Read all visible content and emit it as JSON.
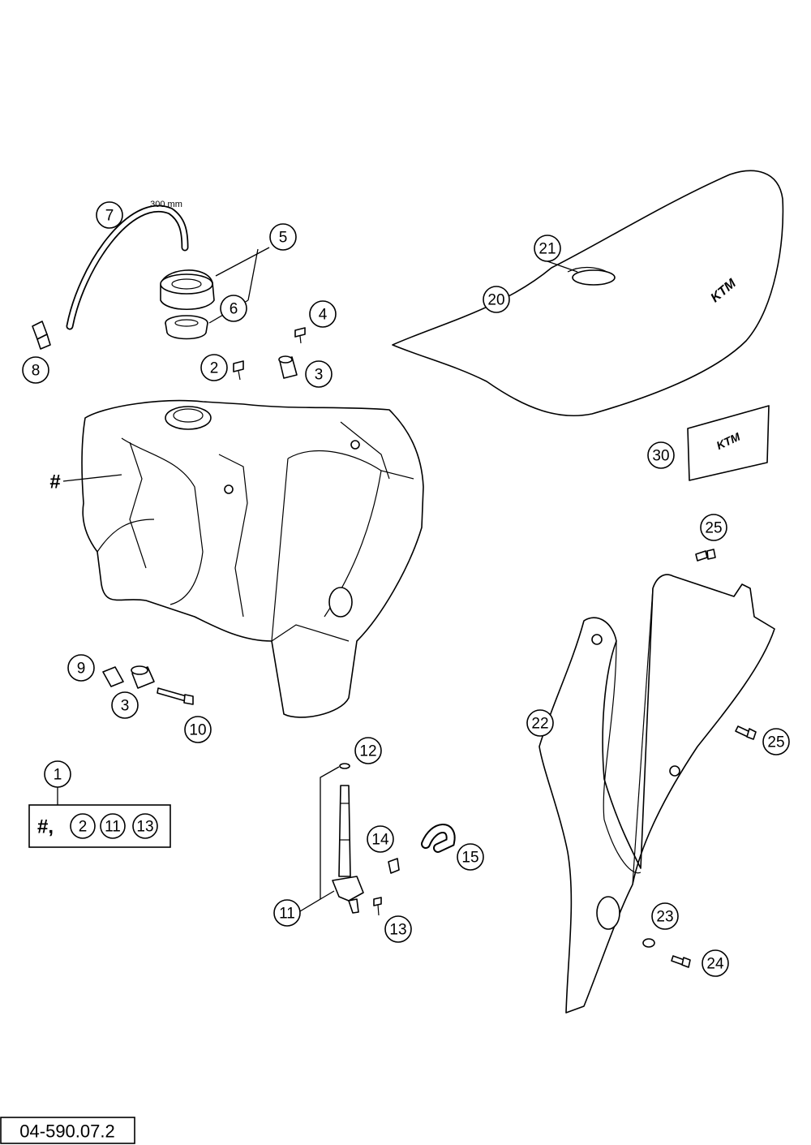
{
  "diagram": {
    "drawing_number": "04-590.07.2",
    "hose_length_label": "300 mm",
    "tank_marker": "#",
    "kit_box": {
      "prefix": "#,",
      "items": [
        "2",
        "11",
        "13"
      ]
    },
    "seat_logo": "KTM",
    "sticker_logo": "KTM",
    "callouts": [
      {
        "id": "c1",
        "label": "1"
      },
      {
        "id": "c2",
        "label": "2"
      },
      {
        "id": "c3a",
        "label": "3"
      },
      {
        "id": "c3b",
        "label": "3"
      },
      {
        "id": "c4",
        "label": "4"
      },
      {
        "id": "c5",
        "label": "5"
      },
      {
        "id": "c6",
        "label": "6"
      },
      {
        "id": "c7",
        "label": "7"
      },
      {
        "id": "c8",
        "label": "8"
      },
      {
        "id": "c9",
        "label": "9"
      },
      {
        "id": "c10",
        "label": "10"
      },
      {
        "id": "c11",
        "label": "11"
      },
      {
        "id": "c12",
        "label": "12"
      },
      {
        "id": "c13",
        "label": "13"
      },
      {
        "id": "c14",
        "label": "14"
      },
      {
        "id": "c15",
        "label": "15"
      },
      {
        "id": "c20",
        "label": "20"
      },
      {
        "id": "c21",
        "label": "21"
      },
      {
        "id": "c22",
        "label": "22"
      },
      {
        "id": "c23",
        "label": "23"
      },
      {
        "id": "c24",
        "label": "24"
      },
      {
        "id": "c25a",
        "label": "25"
      },
      {
        "id": "c25b",
        "label": "25"
      },
      {
        "id": "c30",
        "label": "30"
      }
    ]
  }
}
